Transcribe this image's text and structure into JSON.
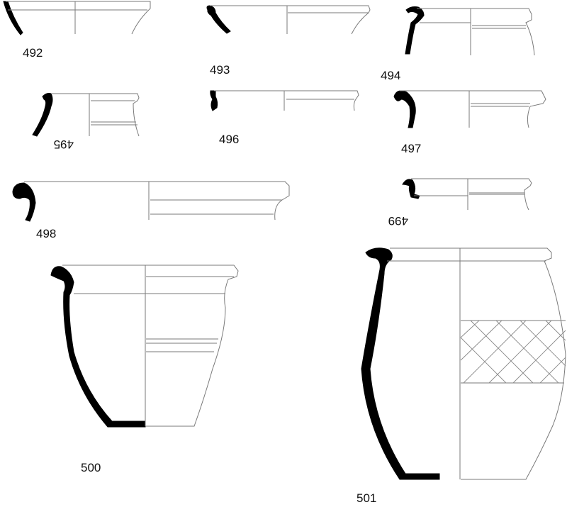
{
  "sherds": [
    {
      "id": "492",
      "label": "492",
      "flipped": false
    },
    {
      "id": "493",
      "label": "493",
      "flipped": false
    },
    {
      "id": "494",
      "label": "494",
      "flipped": false
    },
    {
      "id": "495",
      "label": "495",
      "flipped": true
    },
    {
      "id": "496",
      "label": "496",
      "flipped": false
    },
    {
      "id": "497",
      "label": "497",
      "flipped": false
    },
    {
      "id": "498",
      "label": "498",
      "flipped": false
    },
    {
      "id": "499",
      "label": "499",
      "flipped": true
    },
    {
      "id": "500",
      "label": "500",
      "flipped": false
    },
    {
      "id": "501",
      "label": "501",
      "flipped": false
    }
  ],
  "colors": {
    "section": "#000000",
    "outline": "#7a7a7a",
    "background": "#ffffff"
  }
}
